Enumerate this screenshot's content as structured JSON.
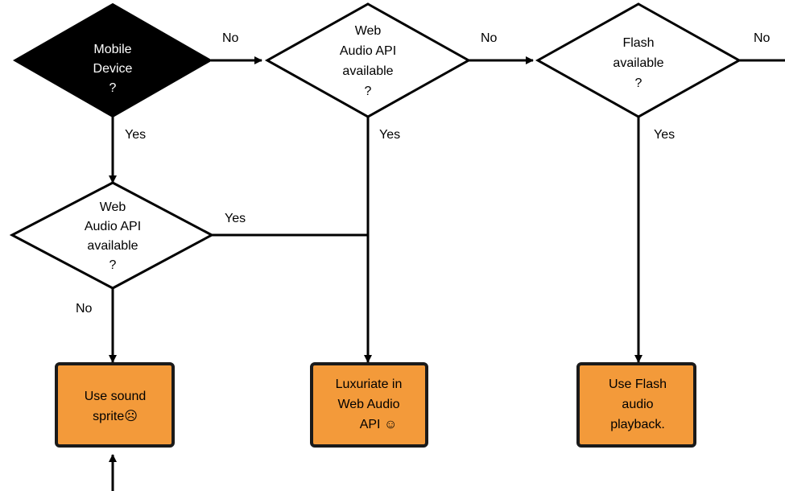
{
  "decisions": {
    "mobile": {
      "lines": [
        "Mobile",
        "Device",
        "?"
      ],
      "fill": "#000000",
      "text_color": "#ffffff"
    },
    "webaudio_top": {
      "lines": [
        "Web",
        "Audio API",
        "available",
        "?"
      ]
    },
    "flash": {
      "lines": [
        "Flash",
        "available",
        "?"
      ]
    },
    "webaudio_mobile": {
      "lines": [
        "Web",
        "Audio API",
        "available",
        "?"
      ]
    }
  },
  "edge_labels": {
    "mobile_no": "No",
    "webaudio_top_no": "No",
    "flash_no": "No",
    "mobile_yes": "Yes",
    "webaudio_top_yes": "Yes",
    "flash_yes": "Yes",
    "webaudio_mobile_yes": "Yes",
    "webaudio_mobile_no": "No"
  },
  "outcomes": {
    "sound_sprite": {
      "lines": [
        "Use sound",
        "sprite☹"
      ]
    },
    "web_audio": {
      "lines": [
        "Luxuriate in",
        "Web Audio",
        "API ☺"
      ]
    },
    "flash_playback": {
      "lines": [
        "Use Flash",
        "audio",
        "playback."
      ]
    }
  },
  "colors": {
    "outcome_fill": "#f39a3a",
    "outcome_stroke": "#1a1a1a",
    "line": "#000000"
  }
}
